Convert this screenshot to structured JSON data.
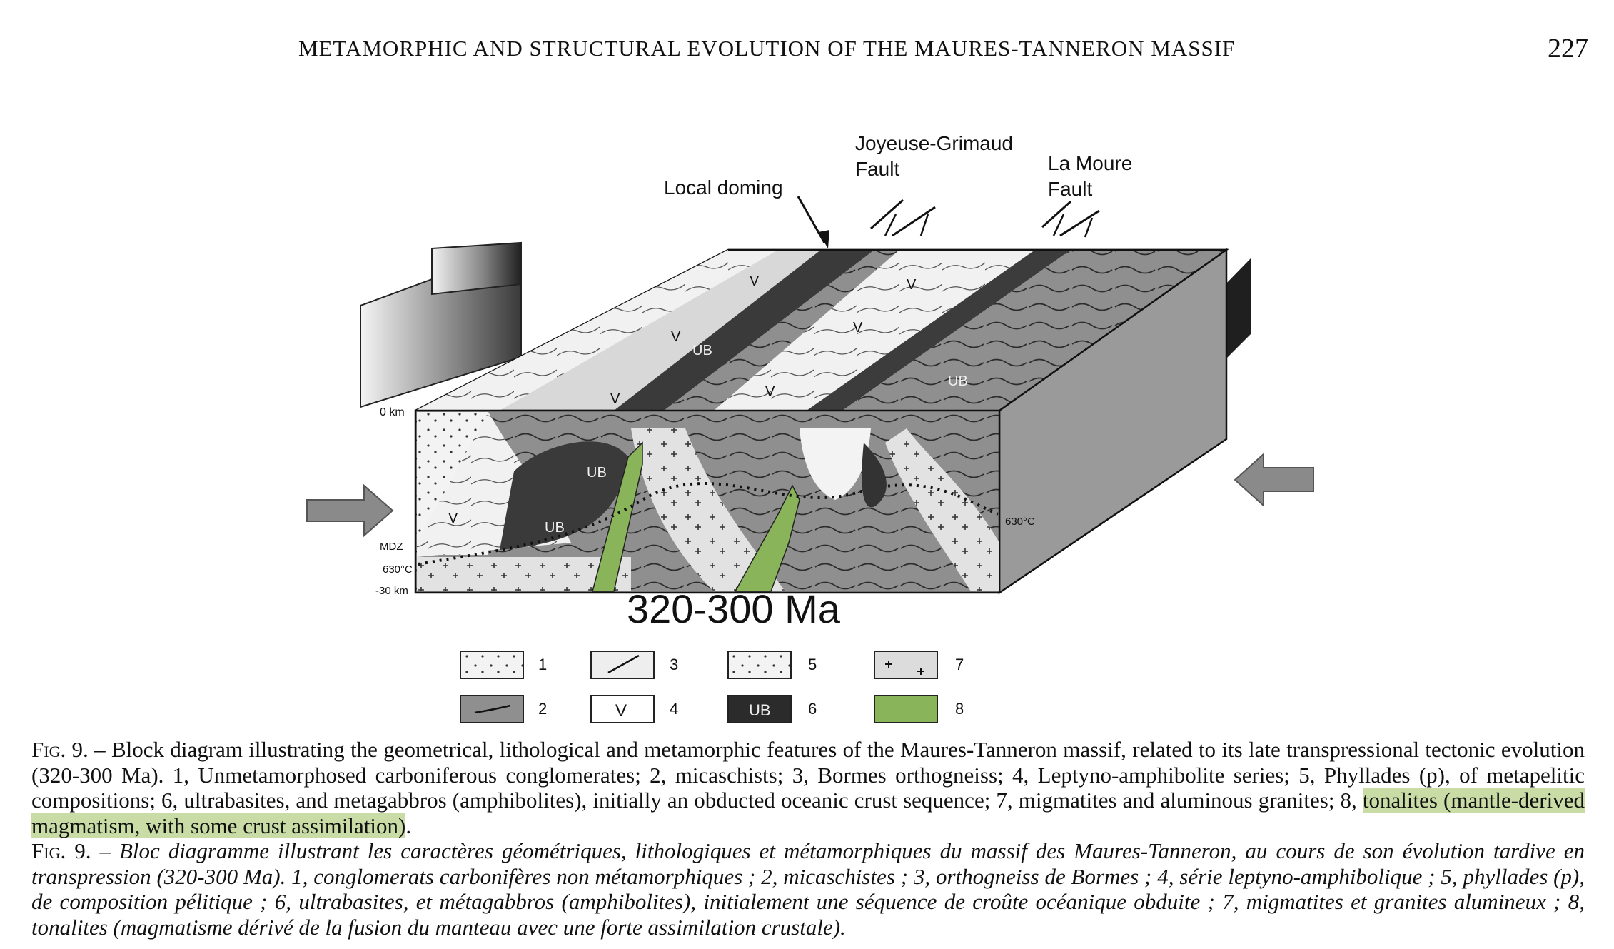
{
  "header": {
    "running_title": "METAMORPHIC AND STRUCTURAL EVOLUTION OF THE MAURES-TANNERON MASSIF",
    "page_number": "227"
  },
  "figure": {
    "labels": {
      "local_doming": "Local doming",
      "joyeuse_1": "Joyeuse-Grimaud",
      "joyeuse_2": "Fault",
      "lamoure_1": "La Moure",
      "lamoure_2": "Fault",
      "zero_km": "0 km",
      "mdz": "MDZ",
      "temp_left": "630°C",
      "thirty_km": "-30 km",
      "temp_right": "630°C",
      "ub": "UB",
      "v": "V",
      "age": "320-300 Ma"
    },
    "legend": [
      {
        "num": "1",
        "pattern": "dots"
      },
      {
        "num": "2",
        "pattern": "grey-foliation"
      },
      {
        "num": "3",
        "pattern": "orthogneiss"
      },
      {
        "num": "4",
        "pattern": "v-symbol",
        "symbol": "V"
      },
      {
        "num": "5",
        "pattern": "phyllades"
      },
      {
        "num": "6",
        "pattern": "ub-black",
        "symbol": "UB"
      },
      {
        "num": "7",
        "pattern": "crosses"
      },
      {
        "num": "8",
        "pattern": "green",
        "color": "#8ab45a"
      }
    ],
    "colors": {
      "tonalite_green": "#8ab45a",
      "ub_black": "#2b2b2b",
      "micaschist_grey": "#8c8c8c"
    }
  },
  "caption": {
    "en_label": "Fig. 9.",
    "en_text": " – Block diagram illustrating the geometrical, lithological and metamorphic features of the Maures-Tanneron massif, related to its late transpressional tectonic evolution (320-300 Ma). 1, Unmetamorphosed carboniferous conglomerates; 2, micaschists; 3, Bormes orthogneiss; 4, Leptyno-amphibolite series; 5, Phyllades (p), of metapelitic compositions; 6, ultrabasites, and metagabbros (amphibolites), initially an obducted oceanic crust sequence; 7, migmatites and aluminous granites; 8, ",
    "en_highlight": "tonalites (mantle-derived magmatism, with some crust assimilation)",
    "en_end": ".",
    "fr_label": "Fig. 9.",
    "fr_text": " – Bloc diagramme illustrant les caractères géométriques, lithologiques et métamorphiques du massif des Maures-Tanneron, au cours de son évolution tardive en transpression (320-300 Ma). 1, conglomerats carbonifères non métamorphiques ; 2, micaschistes ; 3, orthogneiss de Bormes ; 4, série leptyno-amphibolique ; 5, phyllades (p), de composition pélitique ; 6, ultrabasites, et métagabbros (amphibolites), initialement une séquence de croûte océanique obduite ; 7, migmatites et granites alumineux ; 8, tonalites (magmatisme dérivé de la fusion du manteau avec une forte assimilation crustale)."
  }
}
